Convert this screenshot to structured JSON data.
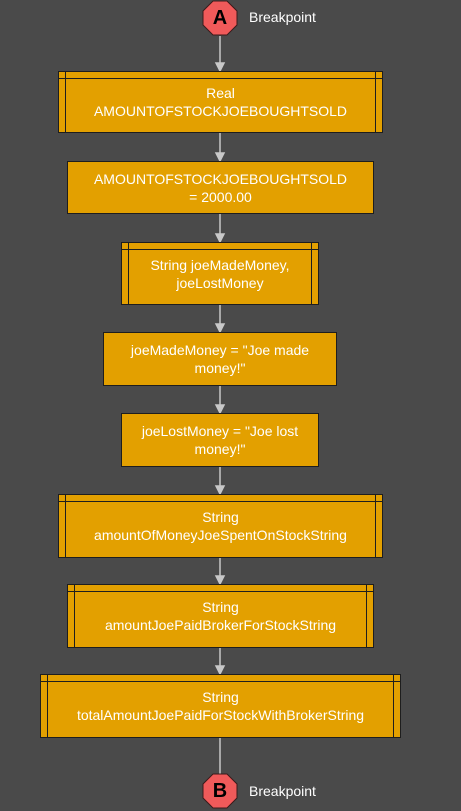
{
  "colors": {
    "background": "#4a4a4a",
    "node_fill": "#e3a000",
    "node_border": "#1e1e1e",
    "node_text": "#ffffff",
    "breakpoint_fill": "#f05a5a",
    "connector": "#c8c8c8"
  },
  "breakpoint_start": {
    "letter": "A",
    "label": "Breakpoint"
  },
  "breakpoint_end": {
    "letter": "B",
    "label": "Breakpoint"
  },
  "nodes": [
    {
      "kind": "declaration",
      "text": "Real\nAMOUNTOFSTOCKJOEBOUGHTSOLD"
    },
    {
      "kind": "assignment",
      "text": "AMOUNTOFSTOCKJOEBOUGHTSOLD\n= 2000.00"
    },
    {
      "kind": "declaration",
      "text": "String joeMadeMoney,\njoeLostMoney"
    },
    {
      "kind": "assignment",
      "text": "joeMadeMoney = \"Joe made\nmoney!\""
    },
    {
      "kind": "assignment",
      "text": "joeLostMoney = \"Joe lost\nmoney!\""
    },
    {
      "kind": "declaration",
      "text": "String\namountOfMoneyJoeSpentOnStockString"
    },
    {
      "kind": "declaration",
      "text": "String\namountJoePaidBrokerForStockString"
    },
    {
      "kind": "declaration",
      "text": "String\ntotalAmountJoePaidForStockWithBrokerString"
    }
  ]
}
